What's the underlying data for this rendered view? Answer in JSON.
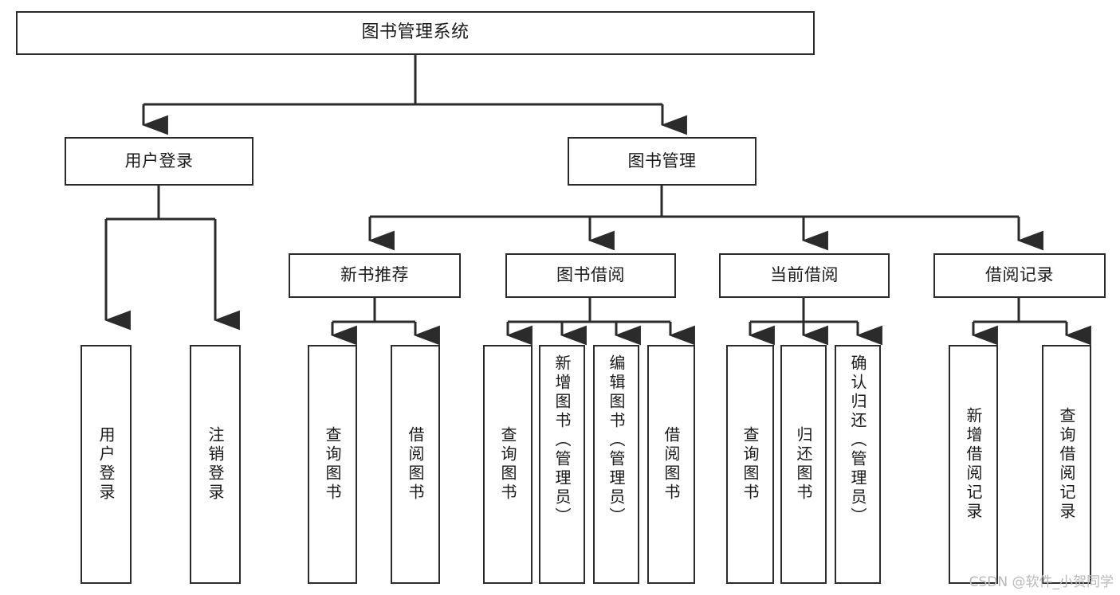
{
  "diagram": {
    "type": "tree-hierarchy-flowchart",
    "title": "图书管理系统",
    "watermark": "CSDN @软件_小贺同学",
    "colors": {
      "box_border": "#2b2b2b",
      "box_fill": "#ffffff",
      "connector": "#2b2b2b",
      "text": "#1a1a1a",
      "watermark": "#b9b9b9",
      "background": "#ffffff"
    },
    "nodes": {
      "root": {
        "label": "图书管理系统",
        "level": 1
      },
      "l2": [
        {
          "id": "user-login",
          "label": "用户登录",
          "level": 2
        },
        {
          "id": "book-manage",
          "label": "图书管理",
          "level": 2
        }
      ],
      "l3": [
        {
          "id": "new-book-rec",
          "label": "新书推荐",
          "level": 3,
          "parent": "book-manage"
        },
        {
          "id": "book-borrow",
          "label": "图书借阅",
          "level": 3,
          "parent": "book-manage"
        },
        {
          "id": "current-borrow",
          "label": "当前借阅",
          "level": 3,
          "parent": "book-manage"
        },
        {
          "id": "borrow-record",
          "label": "借阅记录",
          "level": 3,
          "parent": "book-manage"
        }
      ],
      "leaves": [
        {
          "id": "leaf-user-login",
          "label": "用户登录",
          "parent": "user-login"
        },
        {
          "id": "leaf-logout",
          "label": "注销登录",
          "parent": "user-login"
        },
        {
          "id": "leaf-query-book-1",
          "label": "查询图书",
          "parent": "new-book-rec"
        },
        {
          "id": "leaf-borrow-book-1",
          "label": "借阅图书",
          "parent": "new-book-rec"
        },
        {
          "id": "leaf-query-book-2",
          "label": "查询图书",
          "parent": "book-borrow"
        },
        {
          "id": "leaf-add-book",
          "label": "新增图书（管理员）",
          "parent": "book-borrow"
        },
        {
          "id": "leaf-edit-book",
          "label": "编辑图书（管理员）",
          "parent": "book-borrow"
        },
        {
          "id": "leaf-borrow-book-2",
          "label": "借阅图书",
          "parent": "book-borrow"
        },
        {
          "id": "leaf-query-book-3",
          "label": "查询图书",
          "parent": "current-borrow"
        },
        {
          "id": "leaf-return-book",
          "label": "归还图书",
          "parent": "current-borrow"
        },
        {
          "id": "leaf-confirm-return",
          "label": "确认归还（管理员）",
          "parent": "current-borrow"
        },
        {
          "id": "leaf-add-record",
          "label": "新增借阅记录",
          "parent": "borrow-record"
        },
        {
          "id": "leaf-query-record",
          "label": "查询借阅记录",
          "parent": "borrow-record"
        }
      ]
    }
  }
}
